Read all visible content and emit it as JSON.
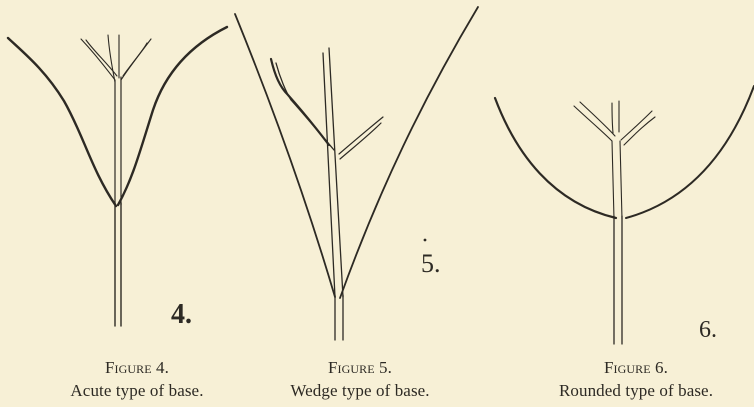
{
  "figures": [
    {
      "number": "4.",
      "title": "Figure 4.",
      "caption": "Acute type of base."
    },
    {
      "number": "5.",
      "title": "Figure 5.",
      "caption": "Wedge type of base."
    },
    {
      "number": "6.",
      "title": "Figure 6.",
      "caption": "Rounded type of base."
    }
  ]
}
